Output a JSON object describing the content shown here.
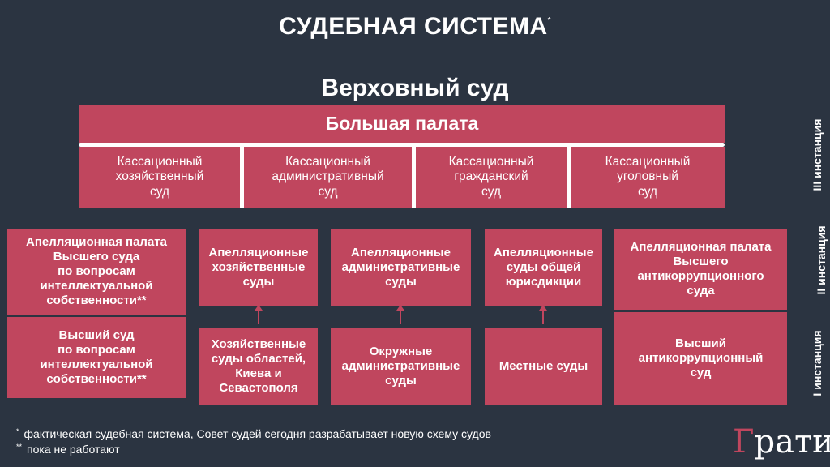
{
  "header": {
    "title": "СУДЕБНАЯ СИСТЕМА",
    "title_mark": "*"
  },
  "supreme": "Верховный суд",
  "grand_chamber": "Большая палата",
  "cassation": [
    [
      "Кассационный",
      "хозяйственный",
      "суд"
    ],
    [
      "Кассационный",
      "административный",
      "суд"
    ],
    [
      "Кассационный",
      "гражданский",
      "суд"
    ],
    [
      "Кассационный",
      "уголовный",
      "суд"
    ]
  ],
  "appeal": [
    [
      "Апелляционная палата",
      "Высшего суда",
      "по вопросам",
      "интеллектуальной",
      "собственности**"
    ],
    [
      "Апелляционные",
      "хозяйственные",
      "суды"
    ],
    [
      "Апелляционные",
      "административные",
      "суды"
    ],
    [
      "Апелляционные",
      "суды общей",
      "юрисдикции"
    ],
    [
      "Апелляционная палата",
      "Высшего",
      "антикоррупционного",
      "суда"
    ]
  ],
  "first": [
    [
      "Высший суд",
      "по вопросам",
      "интеллектуальной",
      "собственности**"
    ],
    [
      "Хозяйственные",
      "суды областей,",
      "Киева и",
      "Севастополя"
    ],
    [
      "Окружные",
      "административные",
      "суды"
    ],
    [
      "Местные суды"
    ],
    [
      "Высший",
      "антикоррупционный",
      "суд"
    ]
  ],
  "instances": {
    "third": "III инстанция",
    "second": "II инстанция",
    "first": "I инстанция"
  },
  "footnotes": [
    {
      "mark": "*",
      "text": "фактическая судебная система, Совет судей сегодня разрабатывает новую схему судов"
    },
    {
      "mark": "**",
      "text": "пока не работают"
    }
  ],
  "logo": {
    "first_letter": "Г",
    "rest": "рати"
  },
  "colors": {
    "background": "#2b3441",
    "box": "#c0465e",
    "text": "#ffffff"
  }
}
